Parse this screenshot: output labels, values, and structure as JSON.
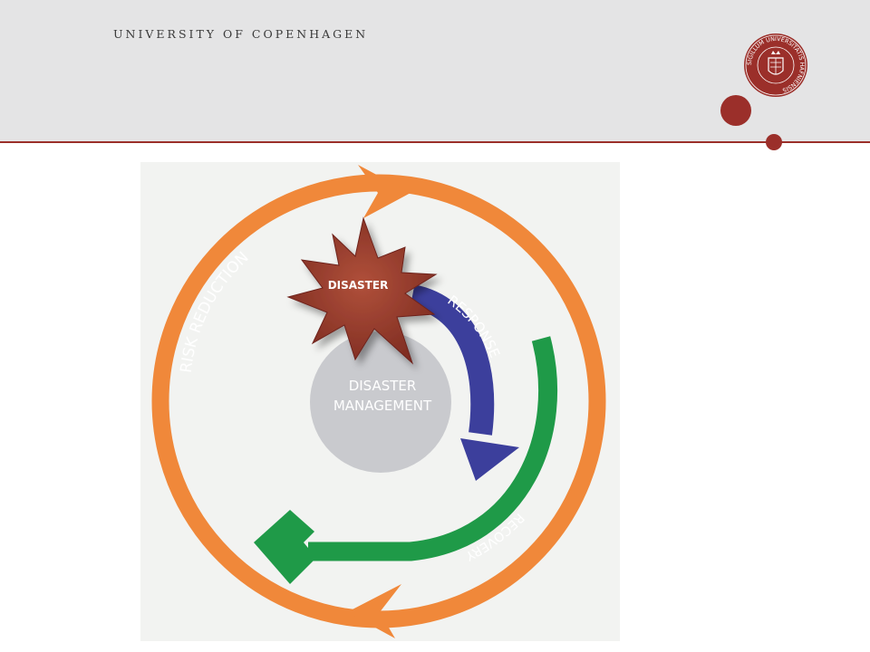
{
  "header": {
    "title": "UNIVERSITY OF COPENHAGEN",
    "seal_text": "SIGILLUM UNIVERSITATIS HAFNIENSIS"
  },
  "diagram": {
    "center_line1": "DISASTER",
    "center_line2": "MANAGEMENT",
    "event_label": "DISASTER",
    "phases": [
      "RISK REDUCTION",
      "RESPONSE",
      "RECOVERY"
    ]
  },
  "colors": {
    "accent": "#9b2f2a",
    "header_bg": "#e4e4e5",
    "orange": "#f0883a",
    "blue": "#3c3f9c",
    "green": "#1f9a48",
    "center_gray": "#c9cace",
    "burst": "#9a3a2c"
  }
}
